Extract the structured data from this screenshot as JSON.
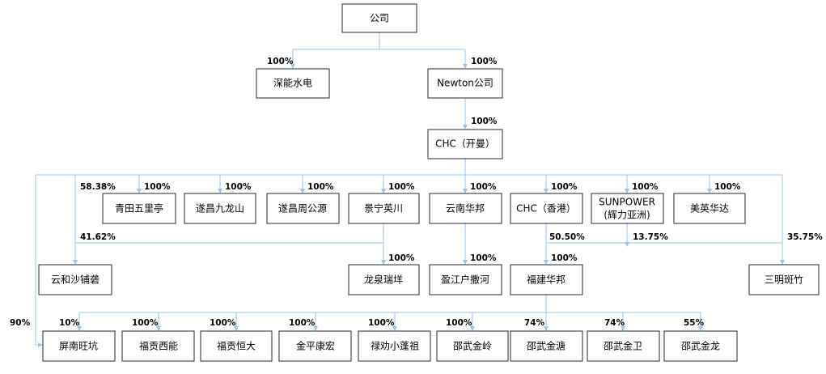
{
  "boxes": {
    "gongsi": "公司",
    "shenneng": "深能水电",
    "newton": "Newton公司",
    "chc_kaiman": "CHC（开曼）",
    "qingtian": "青田五里亭",
    "suichang_jiulongshan": "遂昌九龙山",
    "suichang_zhougongyuan": "遂昌周公源",
    "jingning": "景宁英川",
    "yunnan_huabang": "云南华邦",
    "chc_hk": "CHC（香港）",
    "sunpower_line1": "SUNPOWER",
    "sunpower_line2": "(辉力亚洲)",
    "meiying": "美英华达",
    "yunhe": "云和沙铺砻",
    "longquan": "龙泉瑞垟",
    "yingjiang": "盈江户撒河",
    "fujian_huabang": "福建华邦",
    "sanming": "三明斑竹",
    "pingnan": "屏南旺坑",
    "fugong_xineng": "福贡西能",
    "fugong_hengda": "福贡恒大",
    "jinping": "金平康宏",
    "luquan": "禄劝小蓬祖",
    "shaowu_jinling": "邵武金岭",
    "shaowu_jintang": "邵武金溏",
    "shaowu_jinwei": "邵武金卫",
    "shaowu_jinlong": "邵武金龙"
  },
  "percentages": {
    "to_shenneng": "100%",
    "to_newton": "100%",
    "to_chc_kaiman": "100%",
    "to_yunhe_left": "58.38%",
    "to_qingtian": "100%",
    "to_suichang_jiulongshan": "100%",
    "to_suichang_zhougongyuan": "100%",
    "to_jingning": "100%",
    "to_yunnan_huabang": "100%",
    "to_chc_hk": "100%",
    "to_sunpower": "100%",
    "to_meiying": "100%",
    "jingning_to_yunhe": "41.62%",
    "chc_hk_to_fujian_sanming": "50.50%",
    "sunpower_to_fujian_sanming": "13.75%",
    "to_sanming_right": "35.75%",
    "to_longquan": "100%",
    "to_yingjiang": "100%",
    "to_fujian_huabang": "100%",
    "to_pingnan_left": "90%",
    "to_pingnan": "10%",
    "to_fugong_xineng": "100%",
    "to_fugong_hengda": "100%",
    "to_jinping": "100%",
    "to_luquan": "100%",
    "to_shaowu_jinling": "100%",
    "to_shaowu_jintang": "74%",
    "to_shaowu_jinwei": "74%",
    "to_shaowu_jinlong": "55%"
  },
  "colors": {
    "connector": "#9dc3e6",
    "box_border": "#262626",
    "text": "#000000"
  }
}
